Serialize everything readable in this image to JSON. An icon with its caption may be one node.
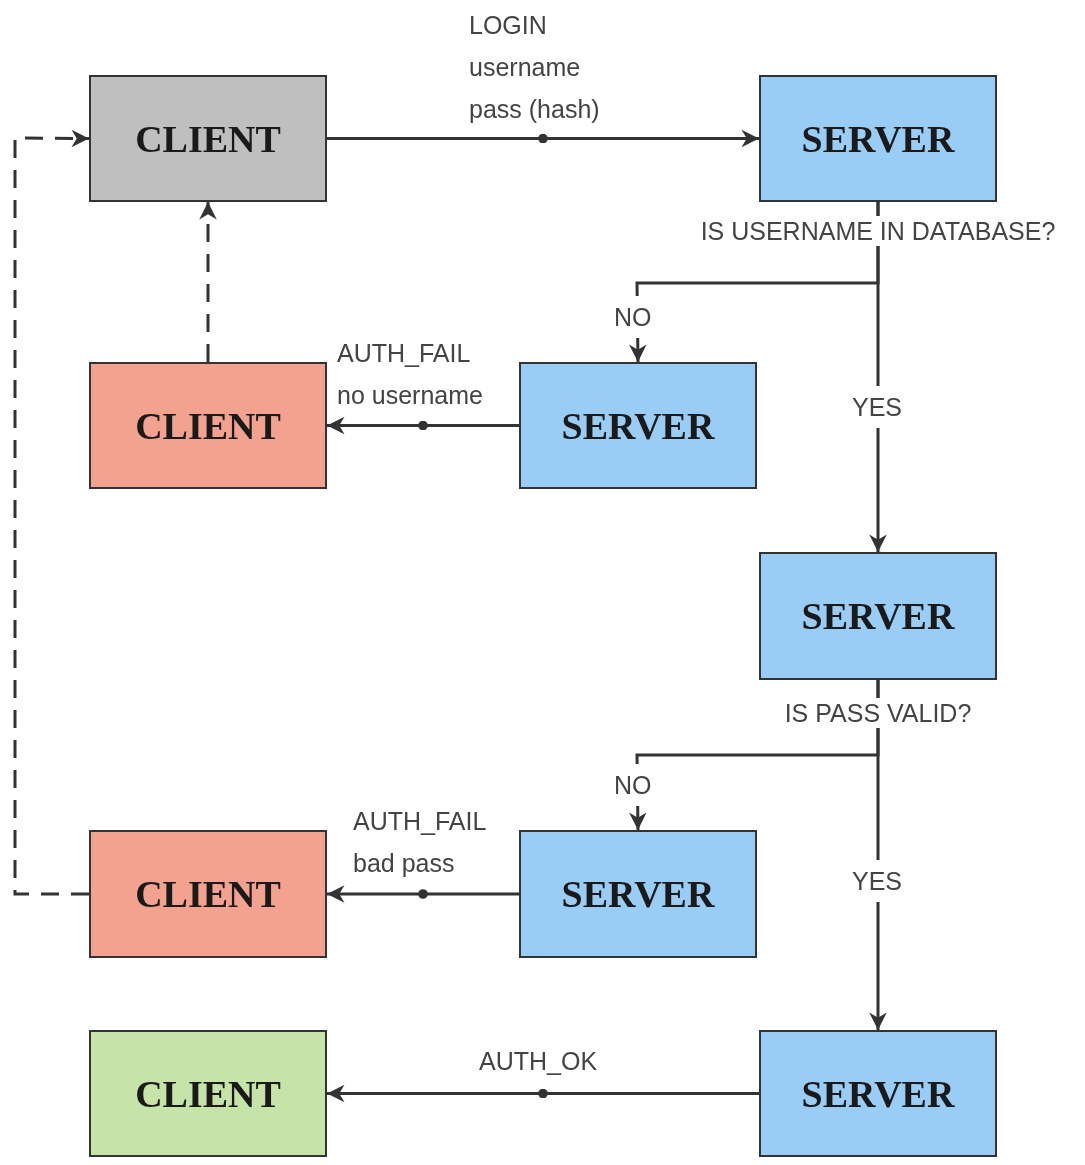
{
  "diagram": {
    "nodes": [
      {
        "text": [
          "CLIENT"
        ]
      },
      {
        "text": [
          "SERVER"
        ],
        "beside": [
          "IS USERNAME IN DATABASE?"
        ]
      },
      {
        "text": [
          "CLIENT"
        ]
      },
      {
        "text": [
          "SERVER"
        ]
      },
      {
        "text": [
          "SERVER"
        ],
        "beside": [
          "IS PASS VALID?"
        ]
      },
      {
        "text": [
          "CLIENT"
        ]
      },
      {
        "text": [
          "SERVER"
        ]
      },
      {
        "text": [
          "CLIENT"
        ]
      },
      {
        "text": [
          "SERVER"
        ]
      }
    ],
    "edges": [
      {
        "from": 0,
        "to": 1,
        "arrow": "to",
        "label": "LOGIN username pass (hash)"
      },
      {
        "from": 1,
        "to": 3,
        "arrow": "to",
        "label": "NO"
      },
      {
        "from": 1,
        "to": 4,
        "arrow": "to",
        "label": "YES"
      },
      {
        "from": 3,
        "to": 2,
        "arrow": "to",
        "label": "AUTH_FAIL no username"
      },
      {
        "from": 2,
        "to": 0,
        "arrow": "to",
        "style": "dashed"
      },
      {
        "from": 4,
        "to": 6,
        "arrow": "to",
        "label": "NO"
      },
      {
        "from": 4,
        "to": 8,
        "arrow": "to",
        "label": "YES"
      },
      {
        "from": 6,
        "to": 5,
        "arrow": "to",
        "label": "AUTH_FAIL bad pass"
      },
      {
        "from": 5,
        "to": 0,
        "arrow": "to",
        "style": "dashed"
      },
      {
        "from": 8,
        "to": 7,
        "arrow": "to",
        "label": "AUTH_OK"
      }
    ]
  }
}
